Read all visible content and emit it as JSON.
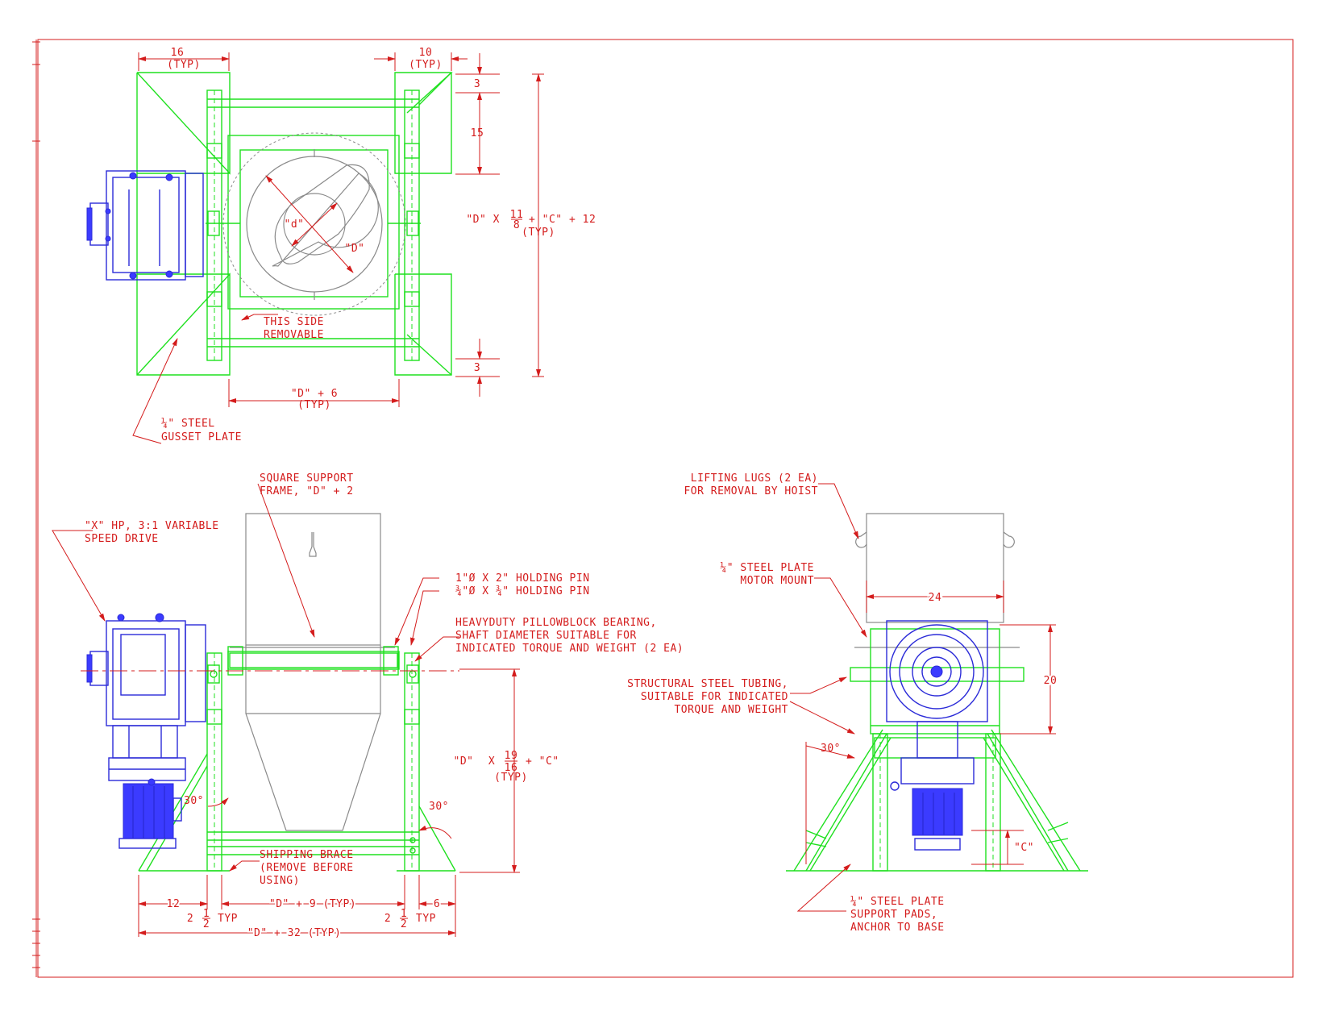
{
  "top_view": {
    "dim_16": "16",
    "dim_16_typ": "(TYP)",
    "dim_10": "10",
    "dim_10_typ": "(TYP)",
    "dim_3_top": "3",
    "dim_15": "15",
    "dim_3_bottom": "3",
    "dim_height_line1": "\"D\" X",
    "dim_height_num": "11",
    "dim_height_den": "8",
    "dim_height_line1b": "+ \"C\" + 12",
    "dim_height_typ": "(TYP)",
    "label_d_small": "\"d\"",
    "label_d_large": "\"D\"",
    "note_removable_1": "THIS SIDE",
    "note_removable_2": "REMOVABLE",
    "dim_d6": "\"D\" + 6",
    "dim_d6_typ": "(TYP)",
    "note_gusset_1": "¼\" STEEL",
    "note_gusset_2": "GUSSET PLATE"
  },
  "side_view": {
    "note_frame_1": "SQUARE SUPPORT",
    "note_frame_2": "FRAME, \"D\" + 2",
    "note_drive_1": "\"X\" HP, 3:1 VARIABLE",
    "note_drive_2": "SPEED DRIVE",
    "note_pin_1": "1\"Ø X 2\" HOLDING PIN",
    "note_pin_2": "¾\"Ø X ¾\" HOLDING PIN",
    "note_bearing_1": "HEAVYDUTY PILLOWBLOCK BEARING,",
    "note_bearing_2": "SHAFT DIAMETER SUITABLE FOR",
    "note_bearing_3": "INDICATED TORQUE AND WEIGHT (2 EA)",
    "dim_height_a": "\"D\"",
    "dim_height_x": "X",
    "dim_height_num": "19",
    "dim_height_den": "16",
    "dim_height_b": "+ \"C\"",
    "dim_height_typ": "(TYP)",
    "angle_left": "30°",
    "angle_right": "30°",
    "note_brace_1": "SHIPPING BRACE",
    "note_brace_2": "(REMOVE BEFORE",
    "note_brace_3": "USING)",
    "dim_12": "12",
    "dim_d9": "\"D\" + 9 (TYP)",
    "dim_6": "6",
    "dim_2_left": "2",
    "dim_half_left_num": "1",
    "dim_half_left_den": "2",
    "dim_typ_left": "TYP",
    "dim_2_right": "2",
    "dim_half_right_num": "1",
    "dim_half_right_den": "2",
    "dim_typ_right": "TYP",
    "dim_d32": "\"D\" + 32 (TYP)"
  },
  "end_view": {
    "note_lugs_1": "LIFTING LUGS (2 EA)",
    "note_lugs_2": "FOR REMOVAL BY HOIST",
    "note_mount_1": "¼\" STEEL PLATE",
    "note_mount_2": "MOTOR MOUNT",
    "dim_24": "24",
    "dim_20": "20",
    "note_tubing_1": "STRUCTURAL STEEL TUBING,",
    "note_tubing_2": "SUITABLE FOR INDICATED",
    "note_tubing_3": "TORQUE AND WEIGHT",
    "angle": "30°",
    "dim_c": "\"C\"",
    "note_pads_1": "¼\" STEEL PLATE",
    "note_pads_2": "SUPPORT PADS,",
    "note_pads_3": "ANCHOR TO BASE"
  },
  "colors": {
    "dimension_text": "#d41c1c",
    "frame": "#1fe01f",
    "drive": "#2b2bd8",
    "hopper": "#8a8a8a"
  }
}
